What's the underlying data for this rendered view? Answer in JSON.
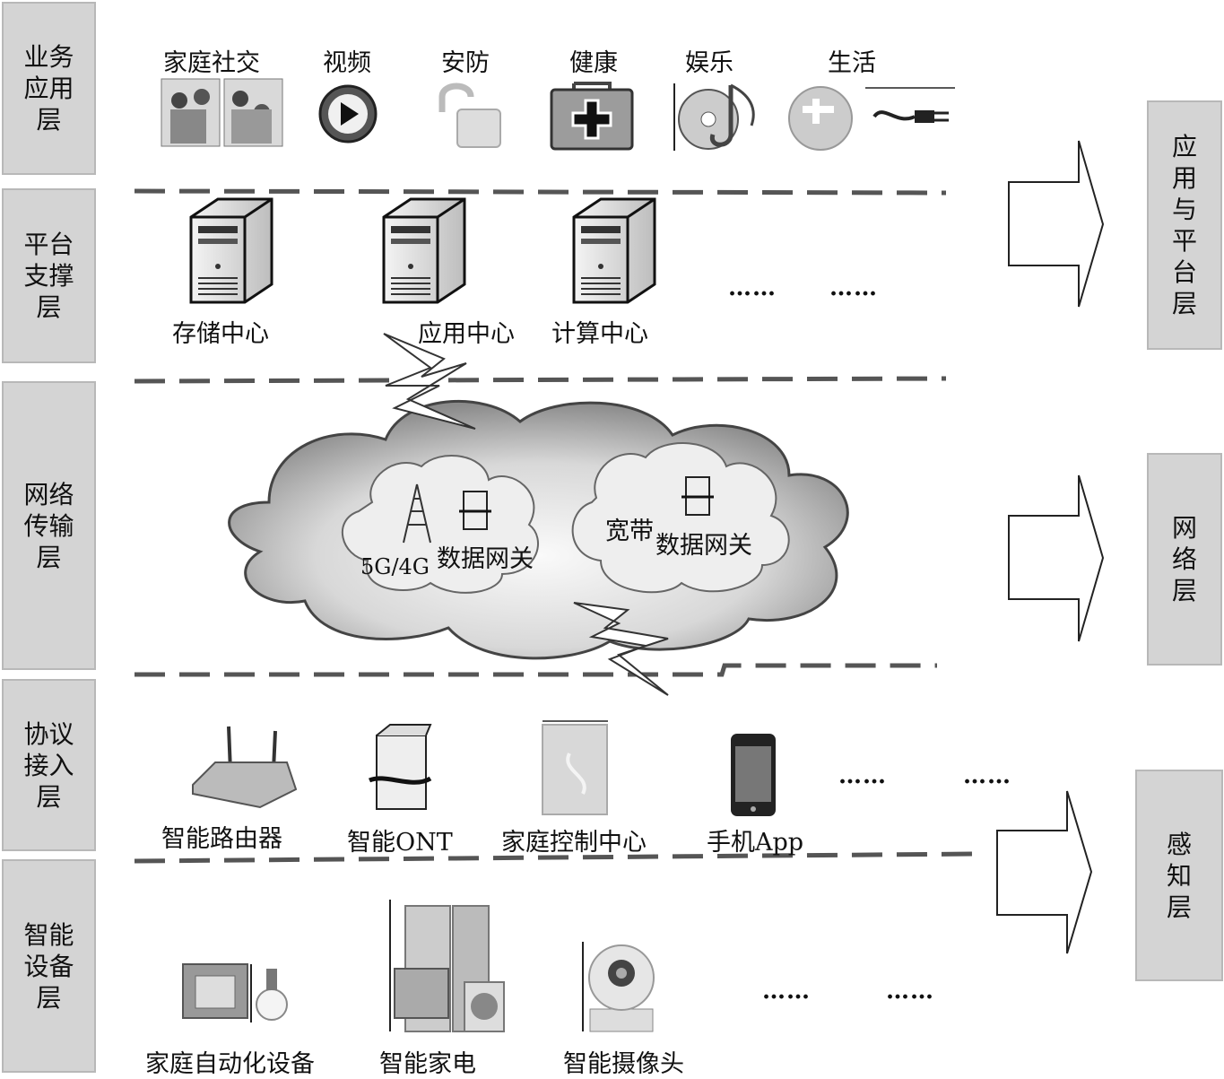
{
  "layers": [
    {
      "id": "business",
      "label": "业务应用层"
    },
    {
      "id": "platform",
      "label": "平台支撑层"
    },
    {
      "id": "network",
      "label": "网络传输层"
    },
    {
      "id": "protocol",
      "label": "协议接入层"
    },
    {
      "id": "device",
      "label": "智能设备层"
    }
  ],
  "groups": [
    {
      "id": "app-platform",
      "label": "应用与平台层"
    },
    {
      "id": "net",
      "label": "网络层"
    },
    {
      "id": "perception",
      "label": "感知层"
    }
  ],
  "business": {
    "items": [
      {
        "label": "家庭社交",
        "icon": "family-photo-icon"
      },
      {
        "label": "视频",
        "icon": "play-icon"
      },
      {
        "label": "安防",
        "icon": "padlock-icon"
      },
      {
        "label": "健康",
        "icon": "first-aid-kit-icon"
      },
      {
        "label": "娱乐",
        "icon": "music-disc-icon"
      },
      {
        "label": "生活",
        "icon": "faucet-icon"
      }
    ],
    "extra_icon": "power-plug-icon"
  },
  "platform": {
    "items": [
      {
        "label": "存储中心",
        "icon": "server-icon"
      },
      {
        "label": "应用中心",
        "icon": "server-icon"
      },
      {
        "label": "计算中心",
        "icon": "server-icon"
      }
    ],
    "ellipsis": [
      "……",
      "……"
    ]
  },
  "network": {
    "left_cloud": {
      "tech": "5G/4G",
      "gateway": "数据网关",
      "icon": "cell-tower-icon"
    },
    "right_cloud": {
      "tech": "宽带",
      "gateway": "数据网关",
      "icon": "gateway-icon"
    }
  },
  "protocol": {
    "items": [
      {
        "label": "智能路由器",
        "icon": "wifi-router-icon"
      },
      {
        "label": "智能ONT",
        "icon": "ont-icon"
      },
      {
        "label": "家庭控制中心",
        "icon": "control-panel-icon"
      },
      {
        "label": "手机App",
        "icon": "smartphone-icon"
      }
    ],
    "ellipsis": [
      "……",
      "……"
    ]
  },
  "device": {
    "items": [
      {
        "label": "家庭自动化设备",
        "icon": "switch-bulb-icon"
      },
      {
        "label": "智能家电",
        "icon": "appliances-icon"
      },
      {
        "label": "智能摄像头",
        "icon": "camera-icon"
      }
    ],
    "ellipsis": [
      "……",
      "……"
    ]
  }
}
